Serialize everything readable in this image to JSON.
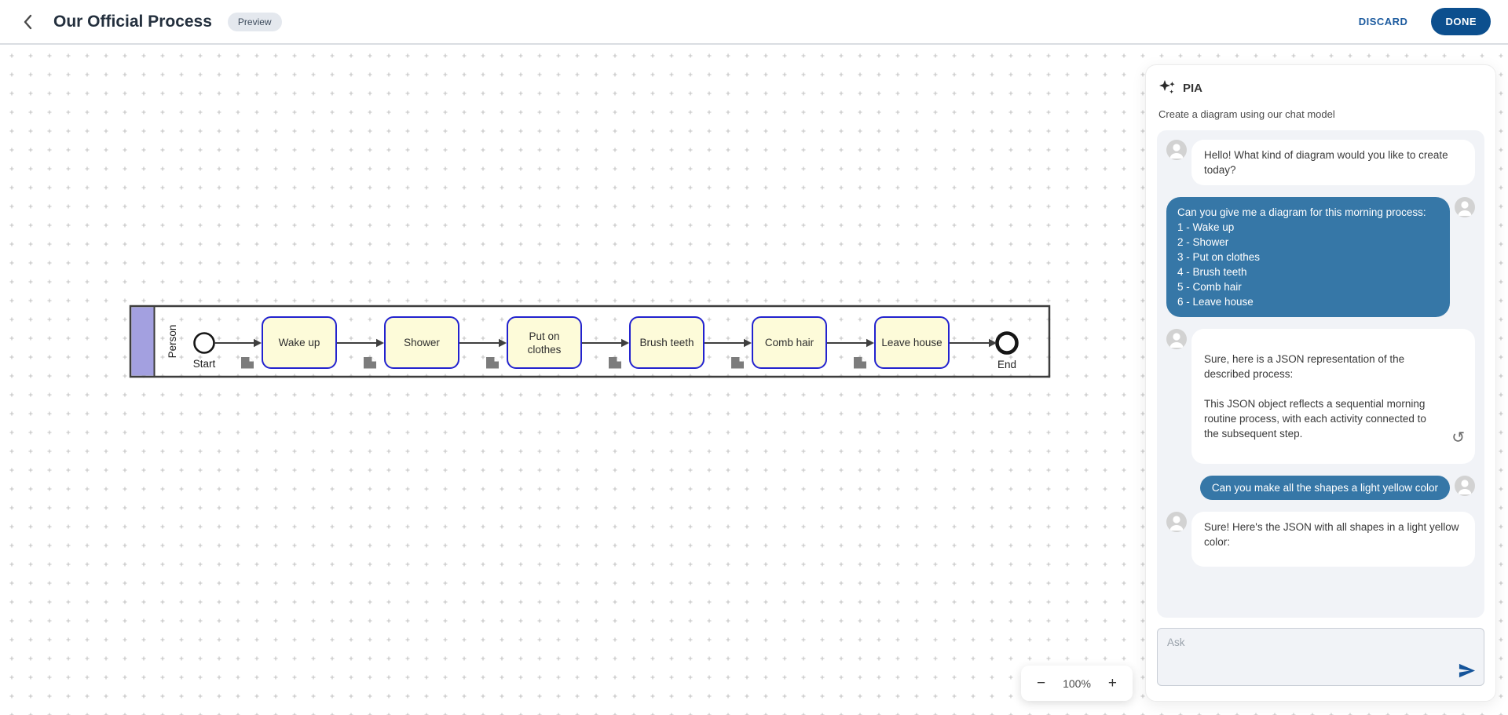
{
  "topbar": {
    "title": "Our Official Process",
    "preview_label": "Preview",
    "discard_label": "DISCARD",
    "done_label": "DONE"
  },
  "assistant": {
    "name": "PIA",
    "subtitle": "Create a diagram using our chat model",
    "messages": {
      "m1": "Hello! What kind of diagram would you like to create today?",
      "m2": "Can you give me a diagram for this morning process:\n1 - Wake up\n2 - Shower\n3 - Put on clothes\n4 - Brush teeth\n5 - Comb hair\n6 - Leave house",
      "m3": "Sure, here is a JSON representation of the described process:\n\nThis JSON object reflects a sequential morning routine process, with each activity connected to the subsequent step.",
      "m4": "Can you make all the shapes a light yellow color",
      "m5": "Sure! Here's the JSON with all shapes in a light yellow color:"
    },
    "ask_placeholder": "Ask"
  },
  "diagram": {
    "lane_label": "Person",
    "start_label": "Start",
    "end_label": "End",
    "tasks": [
      {
        "label": "Wake up"
      },
      {
        "label": "Shower"
      },
      {
        "label": "Put on clothes"
      },
      {
        "label": "Brush teeth"
      },
      {
        "label": "Comb hair"
      },
      {
        "label": "Leave house"
      }
    ]
  },
  "zoom": {
    "out_label": "−",
    "level": "100%",
    "in_label": "+"
  },
  "colors": {
    "accent_blue": "#0c4f8e",
    "user_bubble_blue": "#3677a7",
    "task_fill": "#fdfbd9",
    "task_border": "#2222cf",
    "lane_band_purple": "#a3a0e0",
    "chat_panel_gray": "#f1f3f7"
  }
}
